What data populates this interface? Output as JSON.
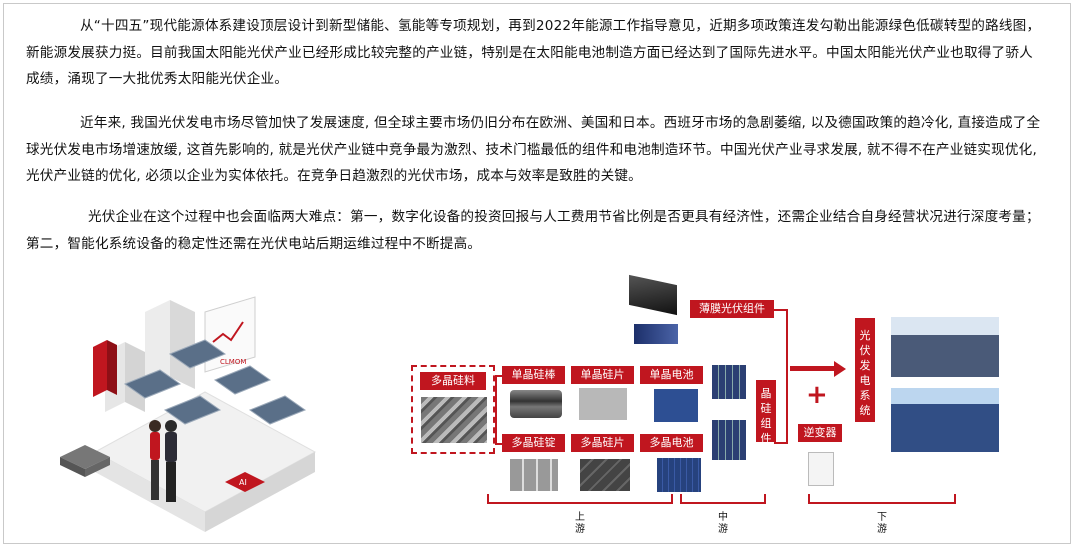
{
  "paragraphs": {
    "p1": "从“十四五”现代能源体系建设顶层设计到新型储能、氢能等专项规划，再到2022年能源工作指导意见，近期多项政策连发勾勒出能源绿色低碳转型的路线图，新能源发展获力挺。目前我国太阳能光伏产业已经形成比较完整的产业链，特别是在太阳能电池制造方面已经达到了国际先进水平。中国太阳能光伏产业也取得了骄人成绩，涌现了一大批优秀太阳能光伏企业。",
    "p2": "近年来, 我国光伏发电市场尽管加快了发展速度, 但全球主要市场仍旧分布在欧洲、美国和日本。西班牙市场的急剧萎缩, 以及德国政策的趋冷化, 直接造成了全球光伏发电市场增速放缓, 这首先影响的, 就是光伏产业链中竞争最为激烈、技术门槛最低的组件和电池制造环节。中国光伏产业寻求发展, 就不得不在产业链实现优化, 光伏产业链的优化, 必须以企业为实体依托。在竞争日趋激烈的光伏市场，成本与效率是致胜的关键。",
    "p3": "光伏企业在这个过程中也会面临两大难点：第一，数字化设备的投资回报与人工费用节省比例是否更具有经济性，还需企业结合自身经营状况进行深度考量；第二，智能化系统设备的稳定性还需在光伏电站后期运维过程中不断提高。"
  },
  "illustration": {
    "screen_text": "CLMOM",
    "chip_text": "AI"
  },
  "diagram": {
    "poly_material": "多晶硅料",
    "mono_rod": "单晶硅棒",
    "mono_wafer": "单晶硅片",
    "mono_cell": "单晶电池",
    "poly_ingot": "多晶硅锭",
    "poly_wafer": "多晶硅片",
    "poly_cell": "多晶电池",
    "thin_film": "薄膜光伏组件",
    "crystal_module": "晶硅组件",
    "inverter": "逆变器",
    "pv_system": "光伏发电系统",
    "upstream": "上游",
    "midstream": "中游",
    "downstream": "下游",
    "plus": "+",
    "colors": {
      "accent": "#c0161f"
    }
  }
}
